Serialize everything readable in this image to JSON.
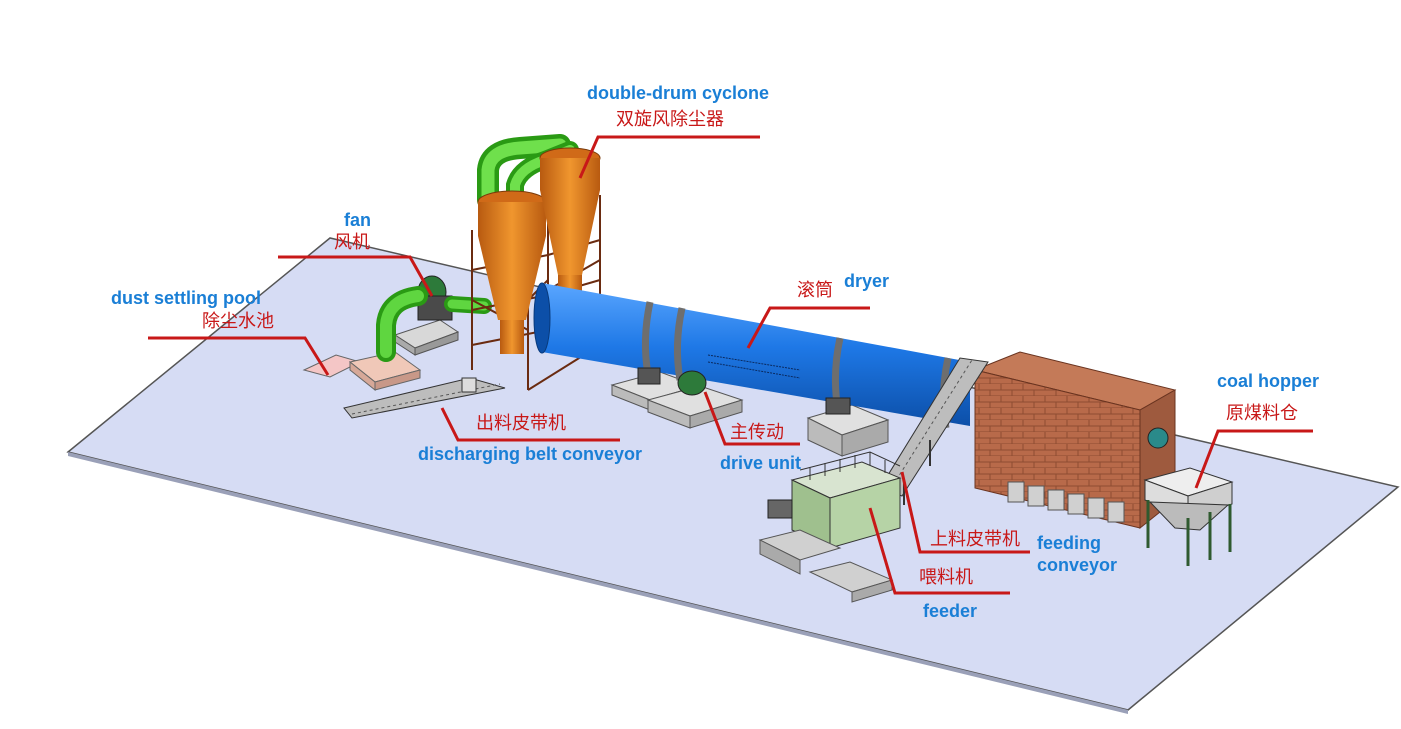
{
  "colors": {
    "floor": "#d6dcf4",
    "floor_edge": "#555555",
    "drum": "#1e78e6",
    "cyclone": "#e07a1e",
    "pipe": "#3fbf26",
    "brick": "#b86a4a",
    "leader": "#c81818",
    "label_en": "#1a7fd6",
    "label_cn": "#c81818"
  },
  "labels": {
    "cyclone": {
      "en": "double-drum cyclone",
      "cn": "双旋风除尘器"
    },
    "fan": {
      "en": "fan",
      "cn": "风机"
    },
    "dust_pool": {
      "en": "dust settling pool",
      "cn": "除尘水池"
    },
    "dryer": {
      "en": "dryer",
      "cn": "滚筒"
    },
    "discharge_conveyor": {
      "en": "discharging belt conveyor",
      "cn": "出料皮带机"
    },
    "drive_unit": {
      "en": "drive unit",
      "cn": "主传动"
    },
    "coal_hopper": {
      "en": "coal hopper",
      "cn": "原煤料仓"
    },
    "feeding_conveyor": {
      "en_line1": "feeding",
      "en_line2": "conveyor",
      "cn": "上料皮带机"
    },
    "feeder": {
      "en": "feeder",
      "cn": "喂料机"
    }
  }
}
